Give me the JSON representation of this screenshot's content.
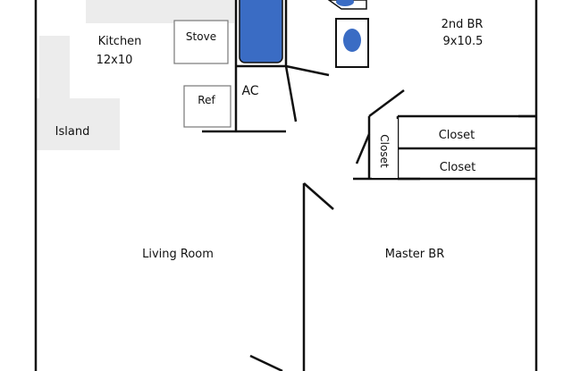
{
  "colors": {
    "wall": "#111111",
    "fixture_blue": "#3a6cc4",
    "floor_shade": "#ececec",
    "background": "#ffffff"
  },
  "rooms": {
    "kitchen": {
      "name": "Kitchen",
      "size": "12x10"
    },
    "second_br": {
      "name": "2nd BR",
      "size": "9x10.5"
    },
    "living_room": {
      "name": "Living Room"
    },
    "master_br": {
      "name": "Master BR"
    }
  },
  "fixtures": {
    "stove": "Stove",
    "ref": "Ref",
    "ac": "AC",
    "island": "Island"
  },
  "closets": {
    "vertical": "Closet",
    "upper": "Closet",
    "lower": "Closet"
  }
}
